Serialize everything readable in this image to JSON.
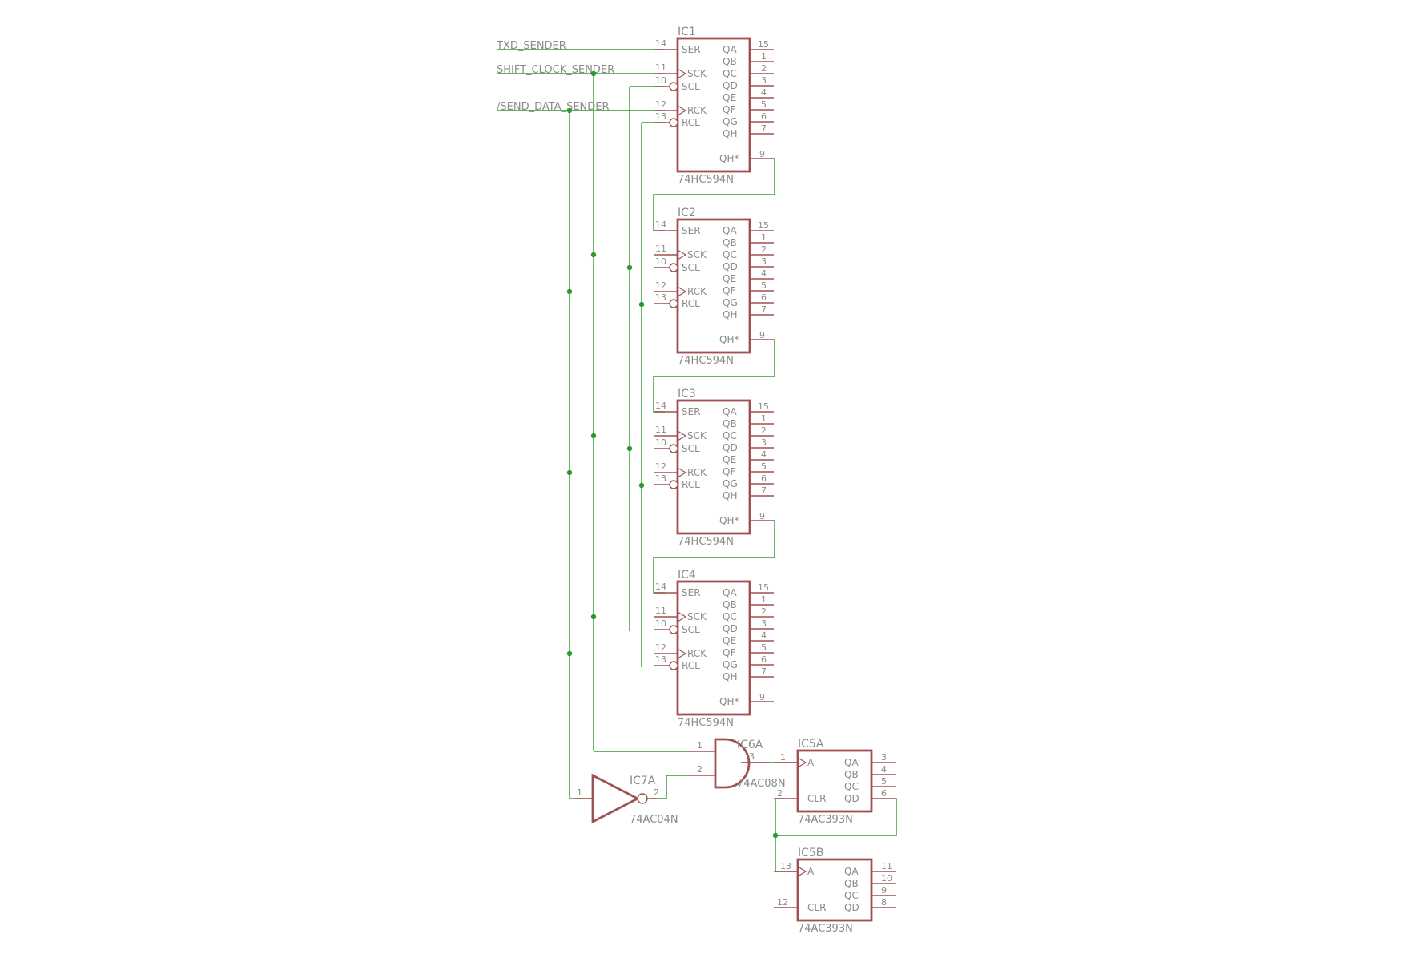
{
  "nets": [
    "TXD_SENDER",
    "SHIFT_CLOCK_SENDER",
    "/SEND_DATA_SENDER"
  ],
  "shift_registers": [
    {
      "ref": "IC1",
      "value": "74HC594N"
    },
    {
      "ref": "IC2",
      "value": "74HC594N"
    },
    {
      "ref": "IC3",
      "value": "74HC594N"
    },
    {
      "ref": "IC4",
      "value": "74HC594N"
    }
  ],
  "sr_left_pins": [
    {
      "label": "SER",
      "num": "14",
      "clock": false,
      "bubble": false
    },
    {
      "label": "SCK",
      "num": "11",
      "clock": true,
      "bubble": false
    },
    {
      "label": "SCL",
      "num": "10",
      "clock": false,
      "bubble": true
    },
    {
      "label": "RCK",
      "num": "12",
      "clock": true,
      "bubble": false
    },
    {
      "label": "RCL",
      "num": "13",
      "clock": false,
      "bubble": true
    }
  ],
  "sr_right_pins": [
    {
      "label": "QA",
      "num": "15"
    },
    {
      "label": "QB",
      "num": "1"
    },
    {
      "label": "QC",
      "num": "2"
    },
    {
      "label": "QD",
      "num": "3"
    },
    {
      "label": "QE",
      "num": "4"
    },
    {
      "label": "QF",
      "num": "5"
    },
    {
      "label": "QG",
      "num": "6"
    },
    {
      "label": "QH",
      "num": "7"
    }
  ],
  "sr_cascade_pin": {
    "label": "QH*",
    "num": "9"
  },
  "and_gate": {
    "ref": "IC6A",
    "value": "74AC08N",
    "in1": "1",
    "in2": "2",
    "out": "3"
  },
  "inverter": {
    "ref": "IC7A",
    "value": "74AC04N",
    "in": "1",
    "out": "2"
  },
  "counters": [
    {
      "ref": "IC5A",
      "value": "74AC393N",
      "a_pin": "1",
      "clr_pin": "2",
      "q_pins": [
        "3",
        "4",
        "5",
        "6"
      ]
    },
    {
      "ref": "IC5B",
      "value": "74AC393N",
      "a_pin": "13",
      "clr_pin": "12",
      "q_pins": [
        "11",
        "10",
        "9",
        "8"
      ]
    }
  ],
  "counter_labels": {
    "a": "A",
    "clr": "CLR",
    "q": [
      "QA",
      "QB",
      "QC",
      "QD"
    ]
  },
  "colors": {
    "wire": "#2e9a2e",
    "component": "#a05050",
    "text": "#8a8a8a"
  }
}
